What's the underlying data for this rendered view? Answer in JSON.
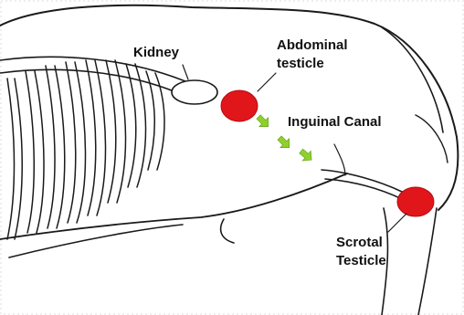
{
  "labels": {
    "kidney": "Kidney",
    "abdominal_line1": "Abdominal",
    "abdominal_line2": "testicle",
    "inguinal": "Inguinal Canal",
    "scrotal_line1": "Scrotal",
    "scrotal_line2": "Testicle"
  },
  "colors": {
    "testicle": "#e0161b",
    "arrow": "#8ed12b",
    "outline": "#1a1a1a"
  }
}
